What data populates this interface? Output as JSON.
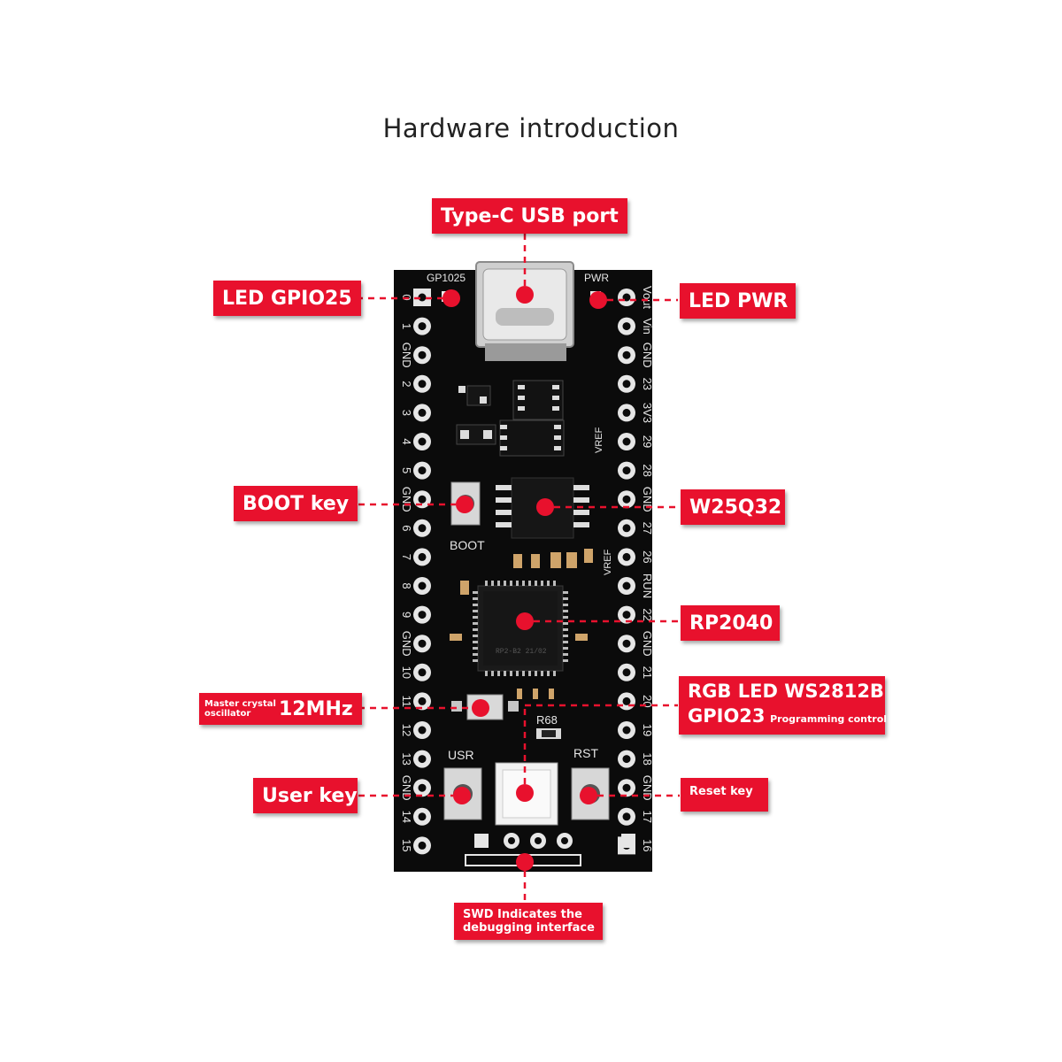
{
  "title": "Hardware introduction",
  "colors": {
    "accent": "#e8112d",
    "board": "#0b0b0b",
    "silk": "#e6e6e6"
  },
  "callouts": {
    "usb": "Type-C USB port",
    "led_gpio25": "LED GPIO25",
    "led_pwr": "LED PWR",
    "boot_key": "BOOT  key",
    "w25q32": "W25Q32",
    "rp2040": "RP2040",
    "crystal_small": "Master crystal oscillator",
    "crystal_big": "12MHz",
    "rgb_line1": "RGB LED WS2812B",
    "rgb_line2_big": "GPIO23",
    "rgb_line2_small": "Programming control",
    "user_key": "User key",
    "reset_key": "Reset key",
    "swd_line1": "SWD Indicates the",
    "swd_line2": "debugging interface"
  },
  "silkscreen": {
    "gp1025": "GP1025",
    "pwr": "PWR",
    "boot": "BOOT",
    "usr": "USR",
    "rst": "RST",
    "r68": "R68",
    "left_pins": [
      "0",
      "1",
      "GND",
      "2",
      "3",
      "4",
      "5",
      "GND",
      "6",
      "7",
      "8",
      "9",
      "GND",
      "10",
      "11",
      "12",
      "13",
      "GND",
      "14",
      "15"
    ],
    "right_pins": [
      "Vout",
      "Vin",
      "GND",
      "23",
      "3V3",
      "29",
      "28",
      "GND",
      "27",
      "26",
      "RUN",
      "22",
      "GND",
      "21",
      "20",
      "19",
      "18",
      "GND",
      "17",
      "16"
    ],
    "vref": "VREF"
  }
}
